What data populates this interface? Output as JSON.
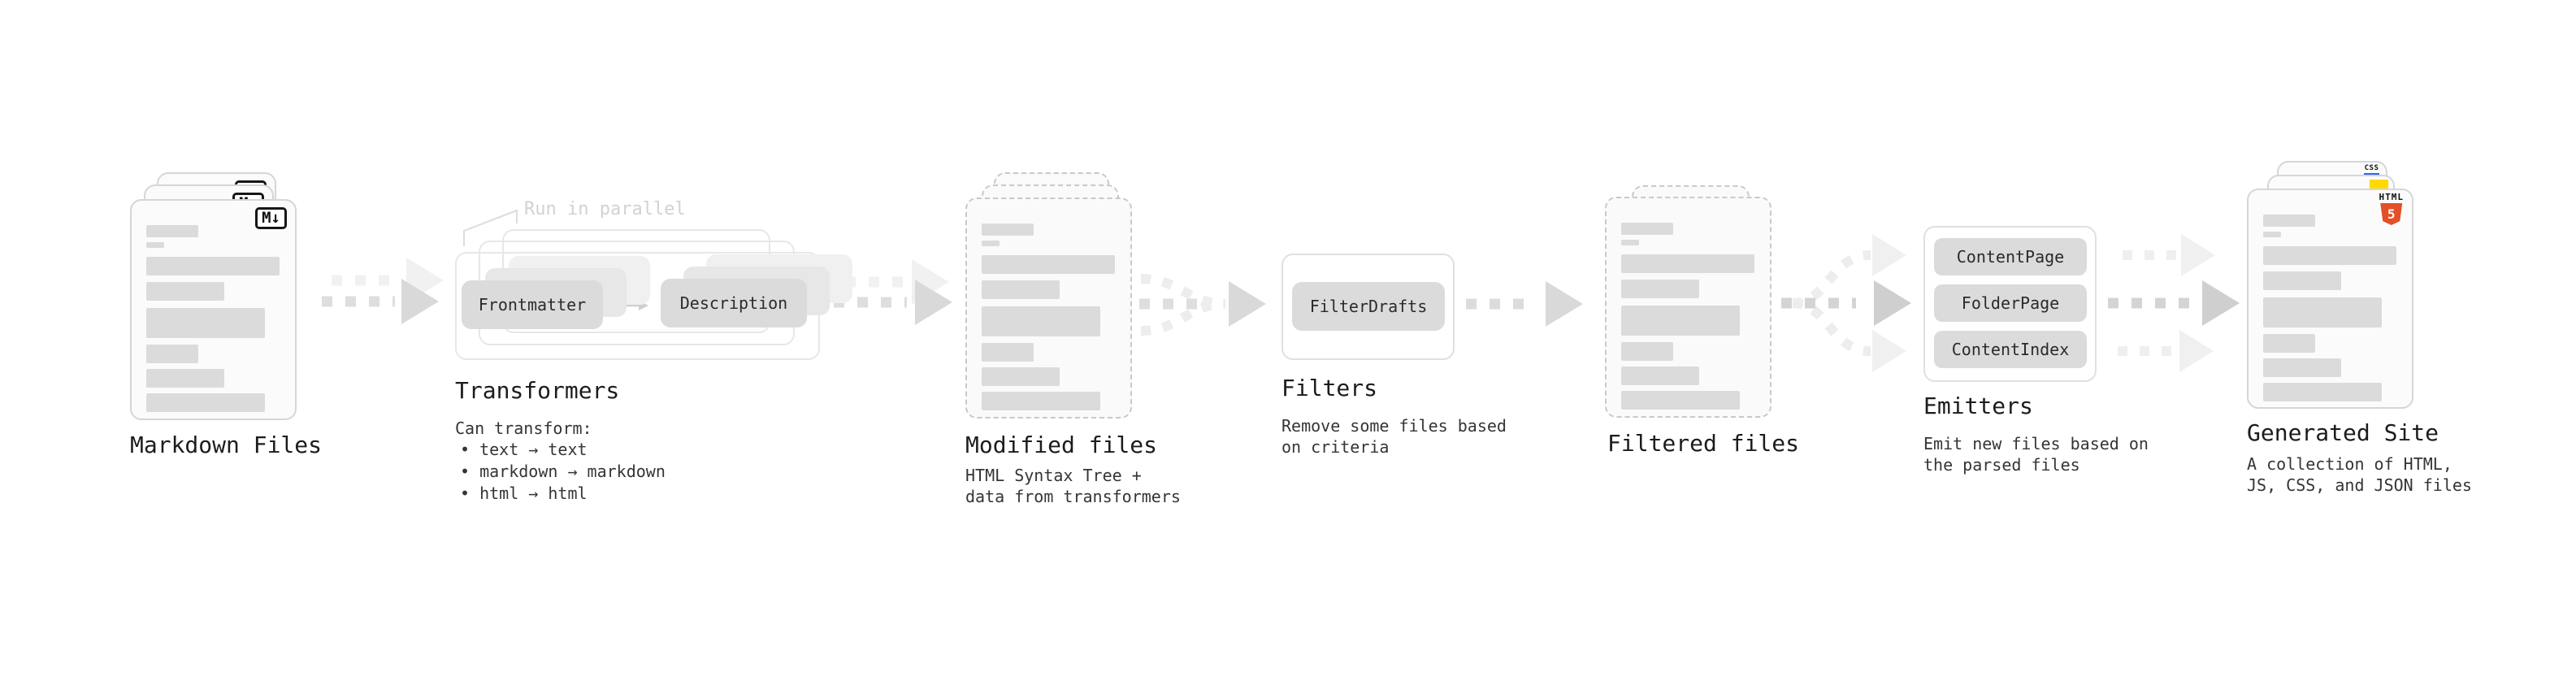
{
  "palette": {
    "background": "#ffffff",
    "doc_fill": "#fbfbfb",
    "doc_border": "#d6d6d6",
    "dashed_doc_border": "#c9c9c9",
    "skeleton_bar": "#dbdbdb",
    "chip_fill": "#dbdbdb",
    "frame_border": "#e7e7e7",
    "arrow_gray": "#d9d9d9",
    "arrow_dark": "#cfcfcf",
    "arrow_ghost": "#f0f0f0",
    "title_text": "#1c1c1c",
    "note_text": "#353535",
    "callout_text": "#d2d2d2",
    "html5_orange": "#e34f26",
    "js_yellow": "#ffd900",
    "css_blue": "#2965f1"
  },
  "doc_bars": [
    {
      "w": 64,
      "h": 15,
      "mb": 6
    },
    {
      "w": 22,
      "h": 7,
      "mb": 11
    },
    {
      "w": 164,
      "h": 23,
      "mb": 8
    },
    {
      "w": 96,
      "h": 23,
      "mb": 9
    },
    {
      "w": 146,
      "h": 37,
      "mb": 8
    },
    {
      "w": 64,
      "h": 23,
      "mb": 7
    },
    {
      "w": 96,
      "h": 23,
      "mb": 7
    },
    {
      "w": 146,
      "h": 23,
      "mb": 0
    }
  ],
  "stages": {
    "markdown_files": {
      "label": "Markdown Files",
      "badge": "M↓"
    },
    "transformers": {
      "label": "Transformers",
      "callout": "Run in parallel",
      "chips": [
        "Frontmatter",
        "Description"
      ],
      "note_title": "Can transform:",
      "bullets": [
        "• text → text",
        "• markdown → markdown",
        "• html → html"
      ]
    },
    "modified_files": {
      "label": "Modified files",
      "note": "HTML Syntax Tree +\ndata from transformers"
    },
    "filters": {
      "label": "Filters",
      "chips": [
        "FilterDrafts"
      ],
      "note": "Remove some files based\non criteria"
    },
    "filtered_files": {
      "label": "Filtered files"
    },
    "emitters": {
      "label": "Emitters",
      "chips": [
        "ContentPage",
        "FolderPage",
        "ContentIndex"
      ],
      "note": "Emit new files based on\nthe parsed files"
    },
    "generated_site": {
      "label": "Generated Site",
      "note": "A collection of HTML,\nJS, CSS, and JSON files",
      "badges": {
        "html5_text": "HTML",
        "html5_number": "5",
        "css_text": "CSS"
      }
    }
  }
}
